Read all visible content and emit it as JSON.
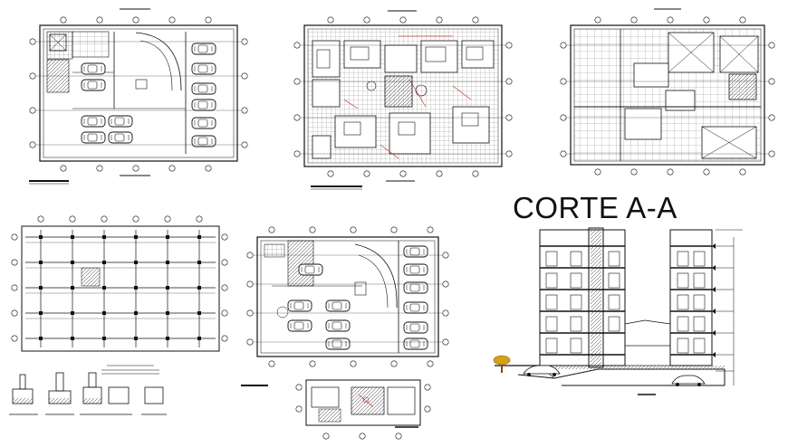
{
  "title": "CORTE A-A",
  "palette": {
    "background": "#ffffff",
    "linework": "#1a1a1a",
    "accent_red": "#c0392b",
    "tree_foliage": "#d4a017",
    "tree_trunk": "#8b4513"
  },
  "drawings": [
    {
      "name": "parking-floor-plan",
      "kind": "plan"
    },
    {
      "name": "apartment-floor-plan",
      "kind": "plan"
    },
    {
      "name": "roof-plan",
      "kind": "plan"
    },
    {
      "name": "structural-framing-plan",
      "kind": "plan"
    },
    {
      "name": "basement-parking-plan",
      "kind": "plan"
    },
    {
      "name": "section-a-a",
      "kind": "section"
    }
  ]
}
